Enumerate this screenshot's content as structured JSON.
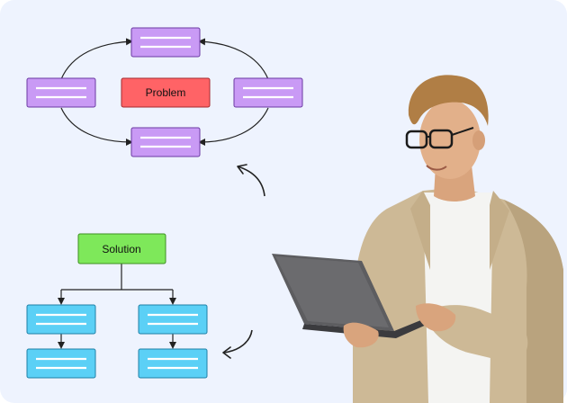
{
  "colors": {
    "background": "#eef3fe",
    "cycle_node_fill": "#c99af5",
    "cycle_node_stroke": "#6a3aa2",
    "problem_fill": "#ff6366",
    "problem_stroke": "#a42a2d",
    "solution_fill": "#7ee85a",
    "solution_stroke": "#3d8f22",
    "tree_node_fill": "#5bd0f6",
    "tree_node_stroke": "#1f7fa6",
    "connector": "#222222",
    "placeholder_line": "#ffffff"
  },
  "cycle_diagram": {
    "center_label": "Problem"
  },
  "tree_diagram": {
    "root_label": "Solution"
  },
  "photo": {
    "subject": "person-with-laptop-photo"
  }
}
